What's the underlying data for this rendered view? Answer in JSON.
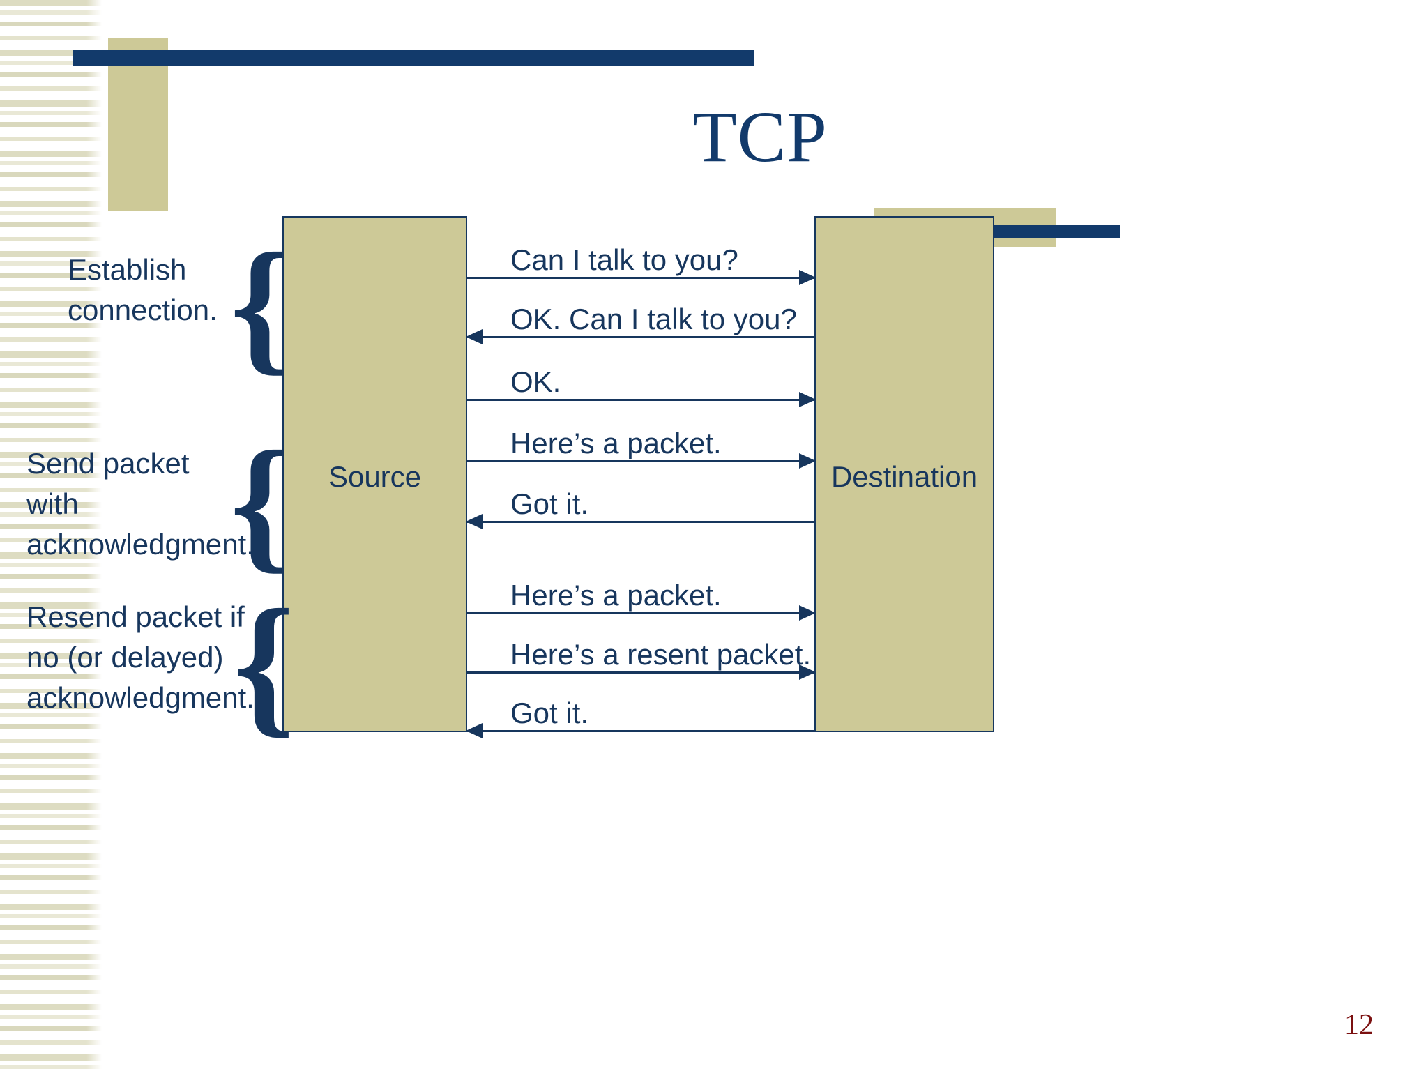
{
  "slide": {
    "title": "TCP",
    "page_number": "12",
    "colors": {
      "navy": "#123a6b",
      "navy_text": "#17365d",
      "tan": "#cdc997",
      "stripe": "#dddcc2",
      "page_number_red": "#7b1010",
      "background": "#ffffff"
    }
  },
  "diagram": {
    "endpoints": {
      "source_label": "Source",
      "destination_label": "Destination"
    },
    "groups": [
      {
        "id": "establish",
        "lines": [
          "Establish",
          "connection."
        ],
        "brace": "{"
      },
      {
        "id": "send",
        "lines": [
          "Send packet",
          "with",
          "acknowledgment."
        ],
        "brace": "{"
      },
      {
        "id": "resend",
        "lines": [
          "Resend packet if",
          "no (or delayed)",
          "acknowledgment."
        ],
        "brace": "{"
      }
    ],
    "messages": [
      {
        "text": "Can I talk to you?",
        "direction": "right"
      },
      {
        "text": "OK.  Can I talk to you?",
        "direction": "left"
      },
      {
        "text": "OK.",
        "direction": "right"
      },
      {
        "text": "Here’s a packet.",
        "direction": "right"
      },
      {
        "text": "Got it.",
        "direction": "left"
      },
      {
        "text": "Here’s a packet.",
        "direction": "right"
      },
      {
        "text": "Here’s a resent packet.",
        "direction": "right"
      },
      {
        "text": "Got it.",
        "direction": "left"
      }
    ]
  }
}
